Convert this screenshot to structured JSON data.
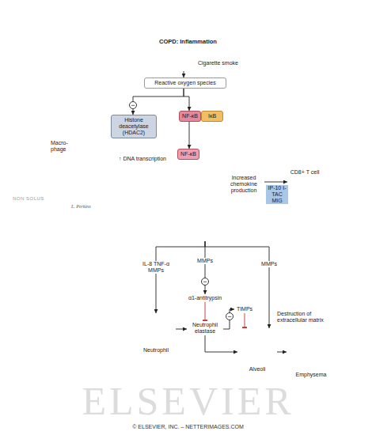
{
  "diagram": {
    "title": "COPD: Inflammation",
    "nodes": [
      {
        "text": [
          "Cigarette smoke"
        ]
      },
      {
        "text": [
          "Reactive oxygen species"
        ]
      },
      {
        "text": [
          "Macro-phage"
        ]
      },
      {
        "text": [
          "Histone deacetylase (HDAC2)"
        ],
        "in": 2
      },
      {
        "text": [
          "NF-κB"
        ],
        "in": 2
      },
      {
        "text": [
          "IκB"
        ],
        "in": 2
      },
      {
        "text": [
          "↑ DNA transcription"
        ],
        "in": 2
      },
      {
        "text": [
          "NF-κB"
        ],
        "in": 6
      },
      {
        "text": [
          "Increased chemokine production"
        ],
        "in": 2
      },
      {
        "text": [
          "CD8+ T cell"
        ]
      },
      {
        "text": [
          "Neutrophil"
        ]
      },
      {
        "text": [
          "α1-antitrypsin"
        ]
      },
      {
        "text": [
          "Neutrophil elastase"
        ]
      },
      {
        "text": [
          "TIMPs"
        ]
      },
      {
        "text": [
          "Alveoli"
        ]
      },
      {
        "text": [
          "Emphysema"
        ]
      }
    ],
    "edges": [
      {
        "from": 0,
        "to": 1,
        "arrow": "to"
      },
      {
        "from": 1,
        "to": 3,
        "arrow": "to"
      },
      {
        "from": 1,
        "to": 4,
        "arrow": "to"
      },
      {
        "from": 4,
        "to": 7,
        "arrow": "to"
      },
      {
        "from": 8,
        "to": 9,
        "label": "IP-10 I-TAC MIG",
        "arrow": "to"
      },
      {
        "from": 2,
        "to": 10,
        "label": "IL-8 TNF-α MMPs",
        "arrow": "to"
      },
      {
        "from": 2,
        "to": 11,
        "label": "MMPs",
        "arrow": "to"
      },
      {
        "from": 2,
        "to": 14,
        "label": "MMPs",
        "arrow": "to"
      },
      {
        "from": 10,
        "to": 12,
        "arrow": "to"
      },
      {
        "from": 11,
        "to": 12,
        "arrow": "to"
      },
      {
        "from": 12,
        "to": 13,
        "arrow": "to"
      },
      {
        "from": 13,
        "to": 14,
        "arrow": "to"
      },
      {
        "from": 12,
        "to": 14,
        "arrow": "to"
      },
      {
        "from": 14,
        "to": 15,
        "arrow": "to"
      }
    ],
    "labels": [
      "Destruction of extracellular matrix",
      "−",
      "−",
      "−",
      "NON SOLUS",
      "L. Perkins",
      "ELSEVIER",
      "© ELSEVIER, INC. – NETTERIMAGES.COM"
    ]
  }
}
